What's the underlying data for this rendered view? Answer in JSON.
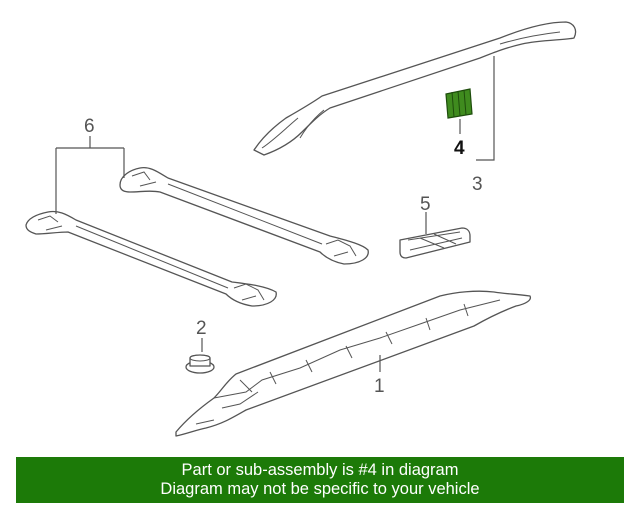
{
  "diagram": {
    "callouts": {
      "c1": "1",
      "c2": "2",
      "c3": "3",
      "c4": "4",
      "c5": "5",
      "c6": "6"
    },
    "highlighted_part": "4",
    "highlight_color": "#3f8b1e"
  },
  "banner": {
    "line1": "Part or sub-assembly is #4 in diagram",
    "line2": "Diagram may not be specific to your vehicle",
    "background": "#1c7a08"
  }
}
